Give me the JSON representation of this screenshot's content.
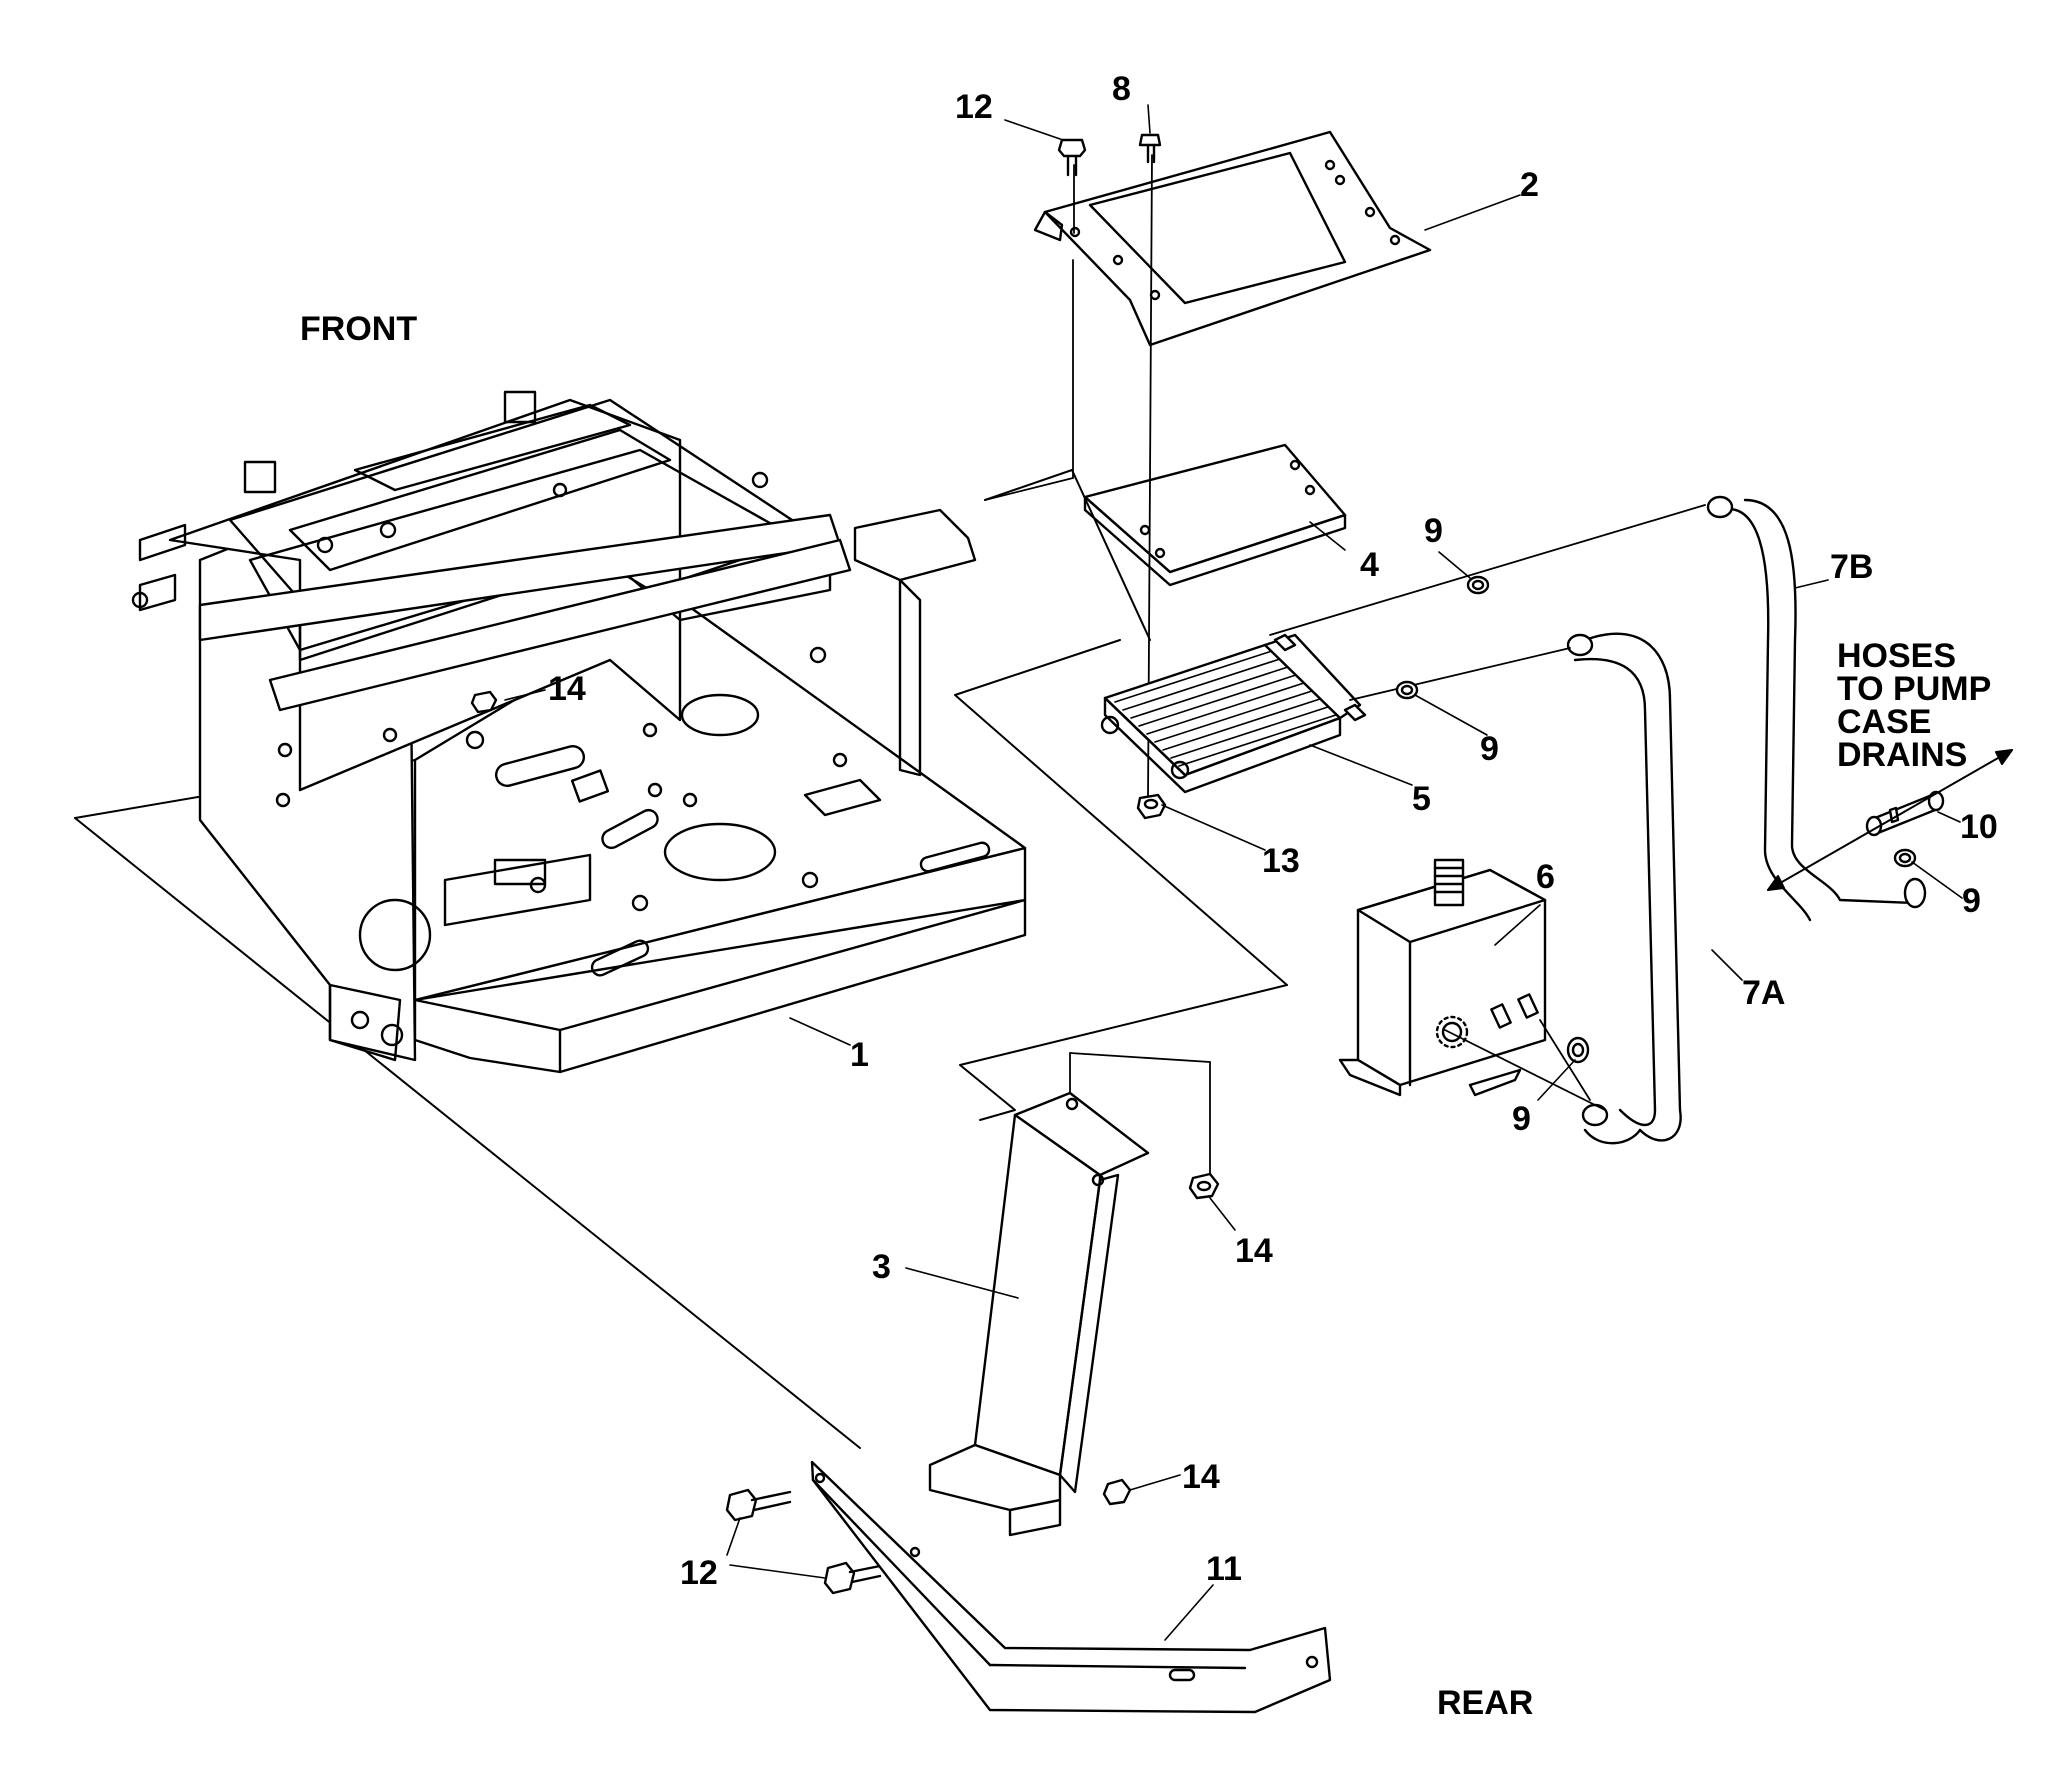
{
  "orientation": {
    "front": "FRONT",
    "rear": "REAR"
  },
  "note": {
    "lines": [
      "HOSES",
      "TO PUMP",
      "CASE",
      "DRAINS"
    ]
  },
  "callouts": [
    "12",
    "8",
    "2",
    "4",
    "9",
    "7B",
    "9",
    "5",
    "13",
    "10",
    "9",
    "6",
    "7A",
    "9",
    "1",
    "14",
    "14",
    "3",
    "14",
    "11",
    "12"
  ]
}
